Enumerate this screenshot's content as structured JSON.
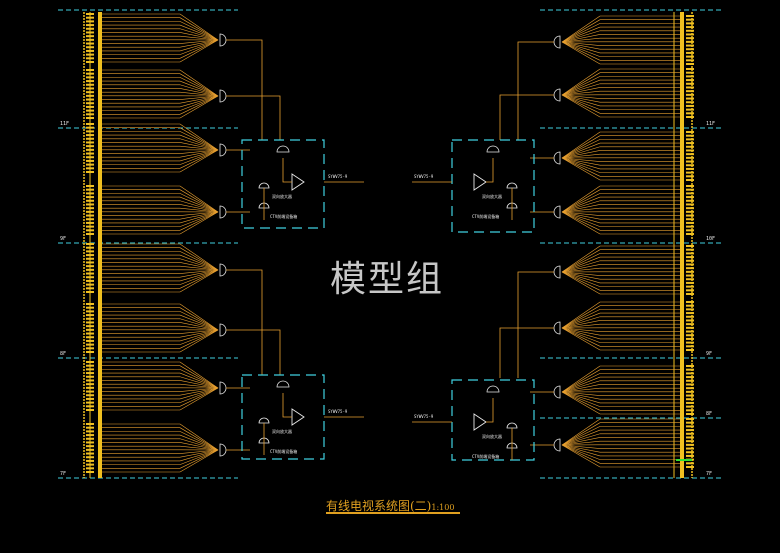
{
  "diagram": {
    "title": "有线电视系统图(二)",
    "scale": "1:100",
    "watermark": "模型组",
    "left_floor_marks": [
      "11F",
      "9F",
      "8F",
      "7F"
    ],
    "right_floor_marks": [
      "11F",
      "10F",
      "9F",
      "8F",
      "7F"
    ],
    "amplifier_label": "双向放大器",
    "cabinet_label": "CTV前端设备箱",
    "cable_label": "SYWV75-9",
    "colors": {
      "background": "#000000",
      "wire": "#e8a030",
      "bus": "#f0c020",
      "cyan": "#40d0e0",
      "text": "#e8e8e8",
      "green": "#30e030"
    }
  }
}
